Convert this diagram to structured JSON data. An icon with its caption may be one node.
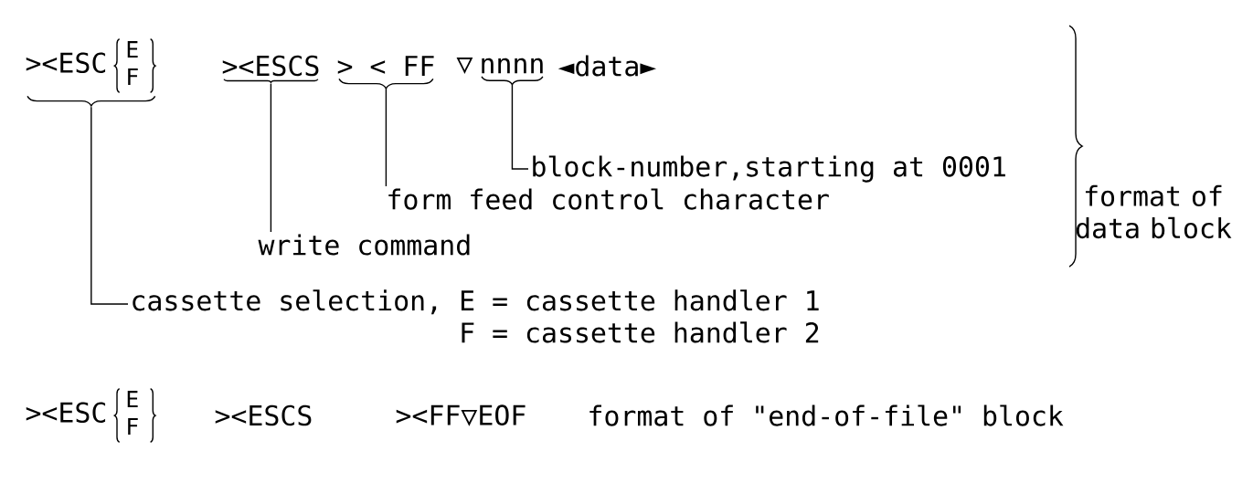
{
  "diagram": {
    "nodes": [
      {
        "text": [
          "><ESC",
          "E",
          "F"
        ]
      },
      {
        "text": [
          "><ESCS"
        ]
      },
      {
        "text": [
          "> < FF"
        ]
      },
      {
        "text": [
          "▽"
        ]
      },
      {
        "text": [
          "nnnn"
        ]
      },
      {
        "text": [
          "◄data►"
        ]
      },
      {
        "text": [
          "block-number,starting at 0001"
        ]
      },
      {
        "text": [
          "form feed control character"
        ]
      },
      {
        "text": [
          "write command"
        ]
      },
      {
        "text": [
          "cassette selection,",
          "E = cassette handler 1",
          "F = cassette handler 2"
        ]
      }
    ],
    "edges": [
      {
        "from": 6,
        "to": 4,
        "arrow": "none"
      },
      {
        "from": 7,
        "to": 2,
        "arrow": "none"
      },
      {
        "from": 8,
        "to": 1,
        "arrow": "none"
      },
      {
        "from": 9,
        "to": 0,
        "arrow": "none"
      }
    ],
    "labels": [
      "format of data block",
      "><ESC",
      "E",
      "F",
      "><ESCS",
      "><FF▽EOF",
      "format of \"end-of-file\" block"
    ]
  }
}
